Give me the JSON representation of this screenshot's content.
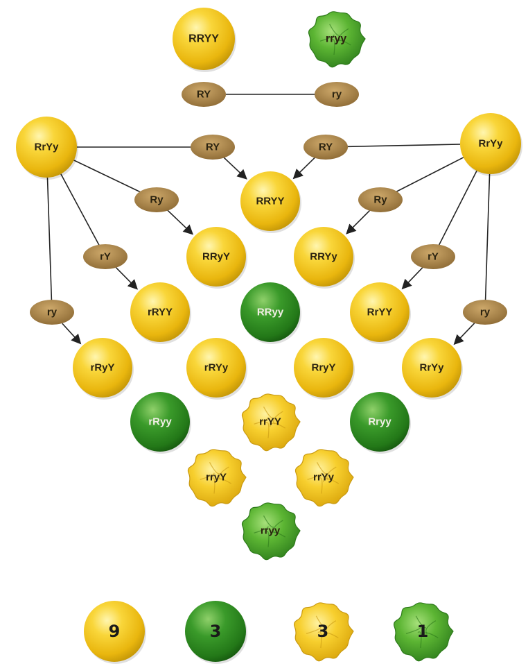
{
  "parents": {
    "left": {
      "label": "RRYY",
      "pea": "yellow-round"
    },
    "right": {
      "label": "rryy",
      "pea": "green-wrinkled"
    }
  },
  "parent_gametes": [
    "RY",
    "ry"
  ],
  "f1": {
    "left": {
      "label": "RrYy",
      "pea": "yellow-round"
    },
    "right": {
      "label": "RrYy",
      "pea": "yellow-round"
    }
  },
  "gametes": {
    "left": [
      "RY",
      "Ry",
      "rY",
      "ry"
    ],
    "right": [
      "RY",
      "Ry",
      "rY",
      "ry"
    ]
  },
  "f2_rows": [
    [
      {
        "label": "RRYY",
        "pea": "yellow-round"
      }
    ],
    [
      {
        "label": "RRyY",
        "pea": "yellow-round"
      },
      {
        "label": "RRYy",
        "pea": "yellow-round"
      }
    ],
    [
      {
        "label": "rRYY",
        "pea": "yellow-round"
      },
      {
        "label": "RRyy",
        "pea": "green-round"
      },
      {
        "label": "RrYY",
        "pea": "yellow-round"
      }
    ],
    [
      {
        "label": "rRyY",
        "pea": "yellow-round"
      },
      {
        "label": "rRYy",
        "pea": "yellow-round"
      },
      {
        "label": "RryY",
        "pea": "yellow-round"
      },
      {
        "label": "RrYy",
        "pea": "yellow-round"
      }
    ],
    [
      {
        "label": "rRyy",
        "pea": "green-round"
      },
      {
        "label": "rrYY",
        "pea": "yellow-wrinkled"
      },
      {
        "label": "Rryy",
        "pea": "green-round"
      }
    ],
    [
      {
        "label": "rryY",
        "pea": "yellow-wrinkled"
      },
      {
        "label": "rrYy",
        "pea": "yellow-wrinkled"
      }
    ],
    [
      {
        "label": "rryy",
        "pea": "green-wrinkled"
      }
    ]
  ],
  "ratio": [
    {
      "count": "9",
      "pea": "yellow-round"
    },
    {
      "count": "3",
      "pea": "green-round"
    },
    {
      "count": "3",
      "pea": "yellow-wrinkled"
    },
    {
      "count": "1",
      "pea": "green-wrinkled"
    }
  ],
  "colors": {
    "yellow": "#f4c81c",
    "green": "#2f8f22",
    "wrinkled_green": "#5fb432",
    "gamete": "#a98548",
    "line": "#222222"
  }
}
